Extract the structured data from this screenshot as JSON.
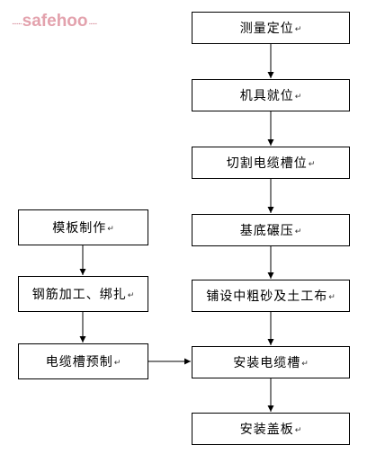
{
  "watermark": {
    "prefix": "......",
    "text": "safehoo",
    "suffix": "....."
  },
  "main_flow": [
    {
      "id": "measure",
      "label": "测量定位"
    },
    {
      "id": "machines",
      "label": "机具就位"
    },
    {
      "id": "cut",
      "label": "切割电缆槽位"
    },
    {
      "id": "compact",
      "label": "基底碾压"
    },
    {
      "id": "lay",
      "label": "铺设中粗砂及土工布"
    },
    {
      "id": "install",
      "label": "安装电缆槽"
    },
    {
      "id": "cover",
      "label": "安装盖板"
    }
  ],
  "side_flow": [
    {
      "id": "formwork",
      "label": "模板制作"
    },
    {
      "id": "rebar",
      "label": "钢筋加工、绑扎"
    },
    {
      "id": "precast",
      "label": "电缆槽预制"
    }
  ],
  "paragraph_mark": "↵"
}
